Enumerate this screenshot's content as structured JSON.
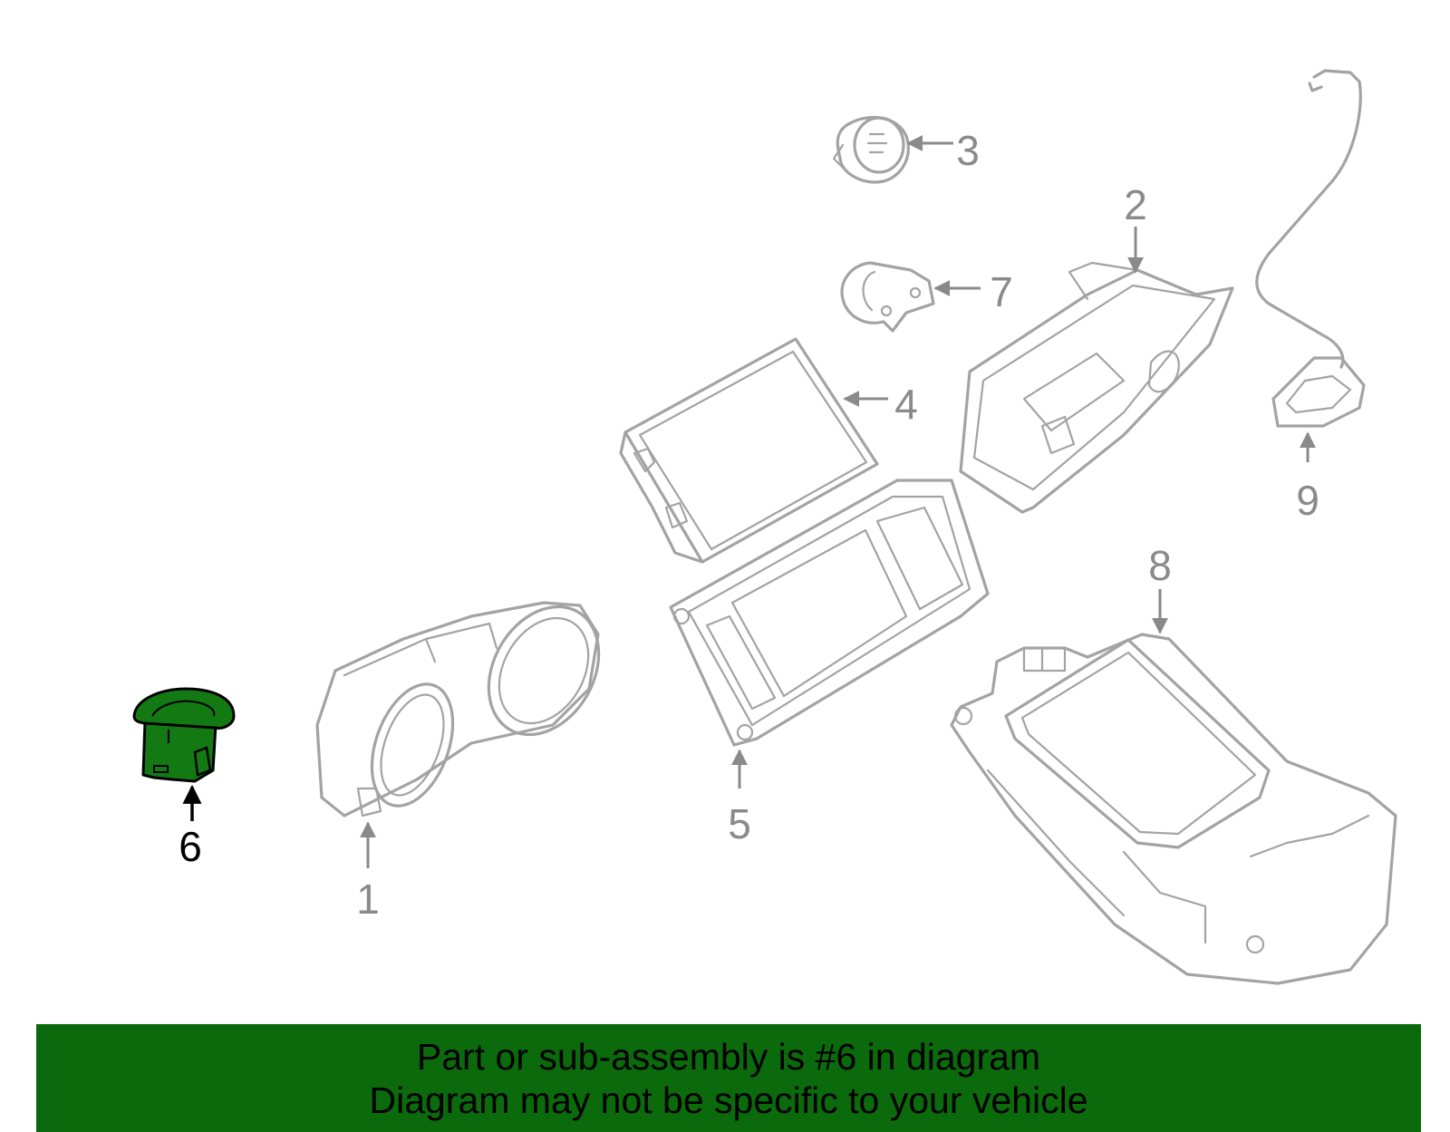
{
  "diagram": {
    "callouts": [
      {
        "id": "1",
        "label": "1"
      },
      {
        "id": "2",
        "label": "2"
      },
      {
        "id": "3",
        "label": "3"
      },
      {
        "id": "4",
        "label": "4"
      },
      {
        "id": "5",
        "label": "5"
      },
      {
        "id": "6",
        "label": "6"
      },
      {
        "id": "7",
        "label": "7"
      },
      {
        "id": "8",
        "label": "8"
      },
      {
        "id": "9",
        "label": "9"
      }
    ],
    "highlighted_part": "6",
    "colors": {
      "highlight_fill": "#137a13",
      "outline": "#a3a3a3",
      "banner": "#0b6a0b"
    }
  },
  "banner": {
    "line1": "Part or sub-assembly is #6 in diagram",
    "line2": "Diagram may not be specific to your vehicle"
  }
}
